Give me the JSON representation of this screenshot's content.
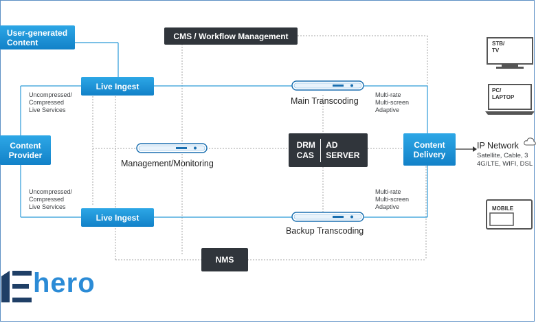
{
  "nodes": {
    "ugc": "User-generated\nContent",
    "provider": "Content\nProvider",
    "ingest_top": "Live Ingest",
    "ingest_bottom": "Live Ingest",
    "cms": "CMS / Workflow Management",
    "nms": "NMS",
    "drm_cas": "DRM\nCAS",
    "ad_server": "AD\nSERVER",
    "delivery": "Content\nDelivery"
  },
  "labels": {
    "uncompressed_top": "Uncompressed/\nCompressed\nLive Services",
    "uncompressed_bottom": "Uncompressed/\nCompressed\nLive Services",
    "main_transcoding": "Main Transcoding",
    "backup_transcoding": "Backup Transcoding",
    "management": "Management/Monitoring",
    "multirate_top": "Multi-rate\nMulti-screen\nAdaptive",
    "multirate_bottom": "Multi-rate\nMulti-screen\nAdaptive",
    "ip_network": "IP Network",
    "ip_sub": "Satellite, Cable, 3\n4G/LTE, WIFI, DSL"
  },
  "devices": {
    "stb": "STB/\nTV",
    "pc": "PC/\nLAPTOP",
    "mobile": "MOBILE"
  },
  "icons": [
    "server-pill-icon",
    "cloud-icon",
    "tv-icon",
    "laptop-icon",
    "mobile-icon"
  ],
  "logo": "hero",
  "colors": {
    "accent_blue": "#1a8fd6",
    "dark_box": "#30353b",
    "line_blue": "#2a9ad8",
    "dotted": "#9a9a9a"
  }
}
